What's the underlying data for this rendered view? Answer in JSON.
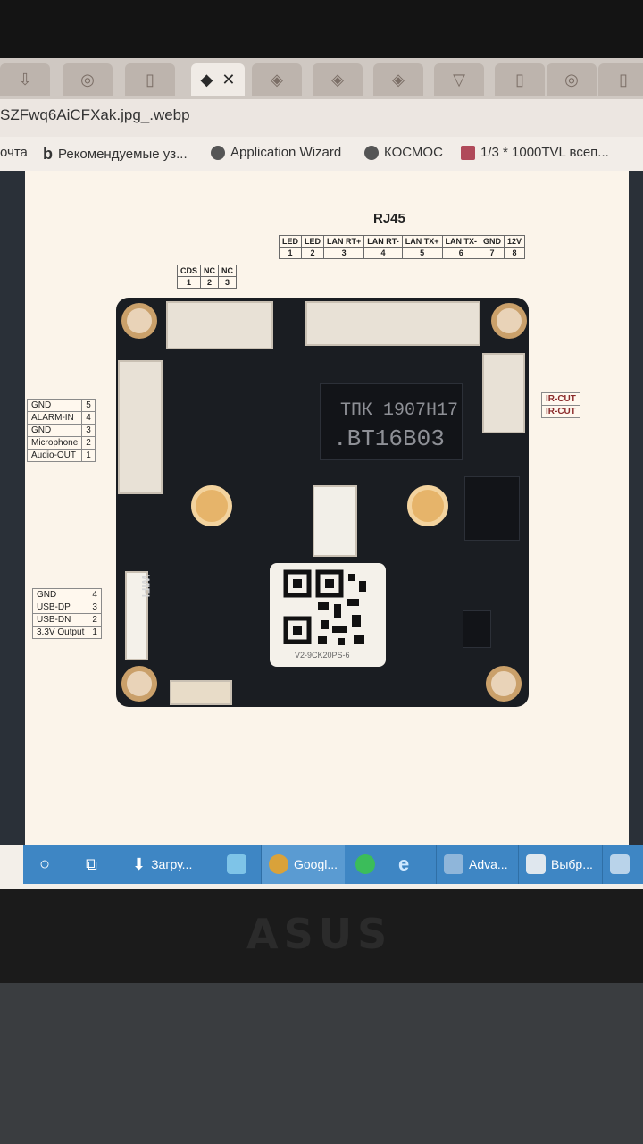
{
  "browser": {
    "url_text": "SZFwq6AiCFXak.jpg_.webp",
    "bookmarks": [
      {
        "label": "очта"
      },
      {
        "label": "Рекомендуемые уз..."
      },
      {
        "label": "Application Wizard"
      },
      {
        "label": "КОСМОС"
      },
      {
        "label": "1/3 * 1000TVL всеп..."
      }
    ]
  },
  "diagram": {
    "rj45_title": "RJ45",
    "rj45_headers": [
      "LED",
      "LED",
      "LAN RT+",
      "LAN RT-",
      "LAN TX+",
      "LAN TX-",
      "GND",
      "12V"
    ],
    "rj45_pins": [
      "1",
      "2",
      "3",
      "4",
      "5",
      "6",
      "7",
      "8"
    ],
    "cds_headers": [
      "CDS",
      "NC",
      "NC"
    ],
    "cds_pins": [
      "1",
      "2",
      "3"
    ],
    "left_top_labels": [
      {
        "name": "GND",
        "pin": "5"
      },
      {
        "name": "ALARM-IN",
        "pin": "4"
      },
      {
        "name": "GND",
        "pin": "3"
      },
      {
        "name": "Microphone",
        "pin": "2"
      },
      {
        "name": "Audio-OUT",
        "pin": "1"
      }
    ],
    "left_bottom_labels": [
      {
        "name": "GND",
        "pin": "4"
      },
      {
        "name": "USB-DP",
        "pin": "3"
      },
      {
        "name": "USB-DN",
        "pin": "2"
      },
      {
        "name": "3.3V Output",
        "pin": "1"
      }
    ],
    "ircut_labels": [
      "IR-CUT",
      "IR-CUT"
    ],
    "chip_line1": "ТПК 1907H17",
    "chip_line2": ".BT16B03",
    "wifi_label": "WIFI",
    "qr_label": "V2-9CK20PS-6"
  },
  "taskbar": {
    "items": [
      {
        "label": "Загру..."
      },
      {
        "label": "Googl..."
      },
      {
        "label": "Adva..."
      },
      {
        "label": "Выбр..."
      }
    ]
  },
  "laptop": {
    "brand": "ASUS"
  }
}
